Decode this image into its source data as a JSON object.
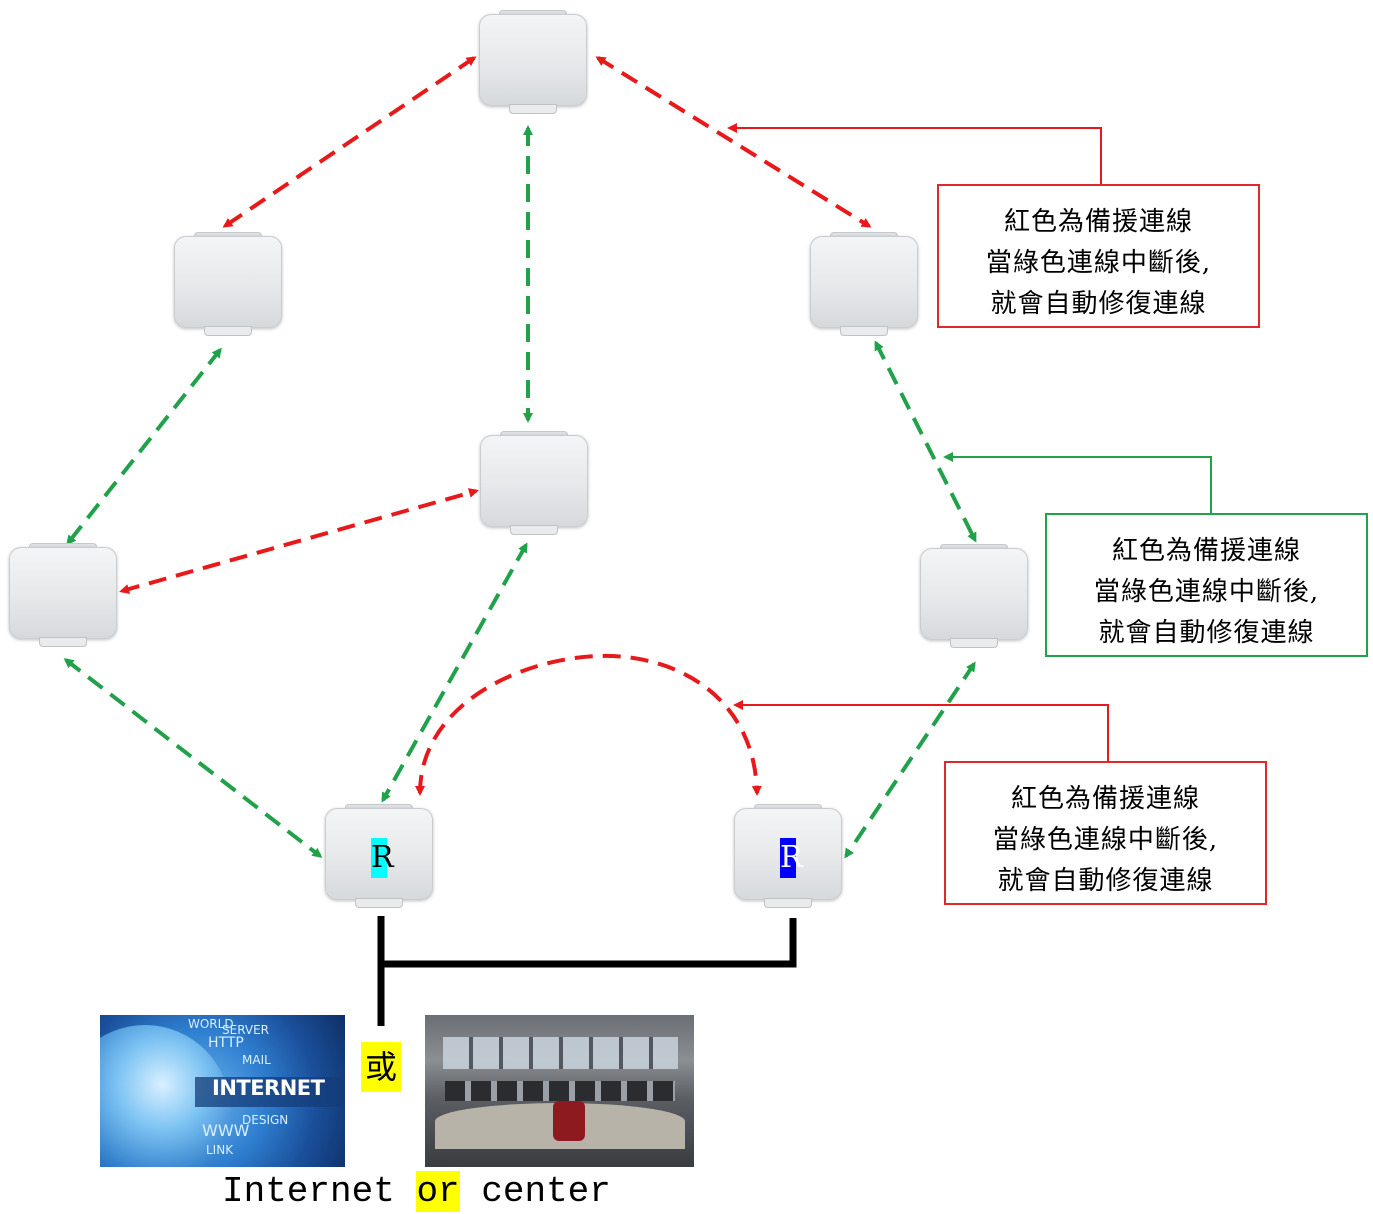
{
  "nodes": [
    {
      "id": "top",
      "label": ""
    },
    {
      "id": "upper-left",
      "label": ""
    },
    {
      "id": "upper-right",
      "label": ""
    },
    {
      "id": "middle-center",
      "label": ""
    },
    {
      "id": "middle-left",
      "label": ""
    },
    {
      "id": "middle-right",
      "label": ""
    },
    {
      "id": "root-left",
      "label": "R"
    },
    {
      "id": "root-right",
      "label": "R"
    }
  ],
  "links": [
    {
      "from": "top",
      "to": "upper-left",
      "type": "backup"
    },
    {
      "from": "top",
      "to": "upper-right",
      "type": "backup"
    },
    {
      "from": "top",
      "to": "middle-center",
      "type": "primary"
    },
    {
      "from": "upper-left",
      "to": "middle-left",
      "type": "primary"
    },
    {
      "from": "middle-left",
      "to": "middle-center",
      "type": "backup"
    },
    {
      "from": "middle-left",
      "to": "root-left",
      "type": "primary"
    },
    {
      "from": "middle-center",
      "to": "root-left",
      "type": "primary"
    },
    {
      "from": "upper-right",
      "to": "middle-right",
      "type": "primary"
    },
    {
      "from": "middle-right",
      "to": "root-right",
      "type": "primary"
    },
    {
      "from": "root-left",
      "to": "root-right",
      "type": "backup-arc"
    }
  ],
  "colors": {
    "backup": "#e8191b",
    "primary": "#21a24a",
    "wired": "#000000",
    "label_cyan": "#00ffff",
    "label_blue": "#0000ff",
    "highlight": "#ffff00"
  },
  "notes": [
    {
      "id": "note-1",
      "style": "red",
      "lines": [
        "紅色為備援連線",
        "當綠色連線中斷後,",
        "就會自動修復連線"
      ]
    },
    {
      "id": "note-2",
      "style": "green",
      "lines": [
        "紅色為備援連線",
        "當綠色連線中斷後,",
        "就會自動修復連線"
      ]
    },
    {
      "id": "note-3",
      "style": "red",
      "lines": [
        "紅色為備援連線",
        "當綠色連線中斷後,",
        "就會自動修復連線"
      ]
    }
  ],
  "images": {
    "internet": {
      "word": "INTERNET",
      "small": [
        "WORLD",
        "HTTP",
        "MAIL",
        "SERVER",
        "WWW",
        "DESIGN",
        "LINK"
      ]
    },
    "or_char": "或"
  },
  "caption": {
    "part1": "Internet ",
    "part2": "or",
    "part3": " center"
  }
}
